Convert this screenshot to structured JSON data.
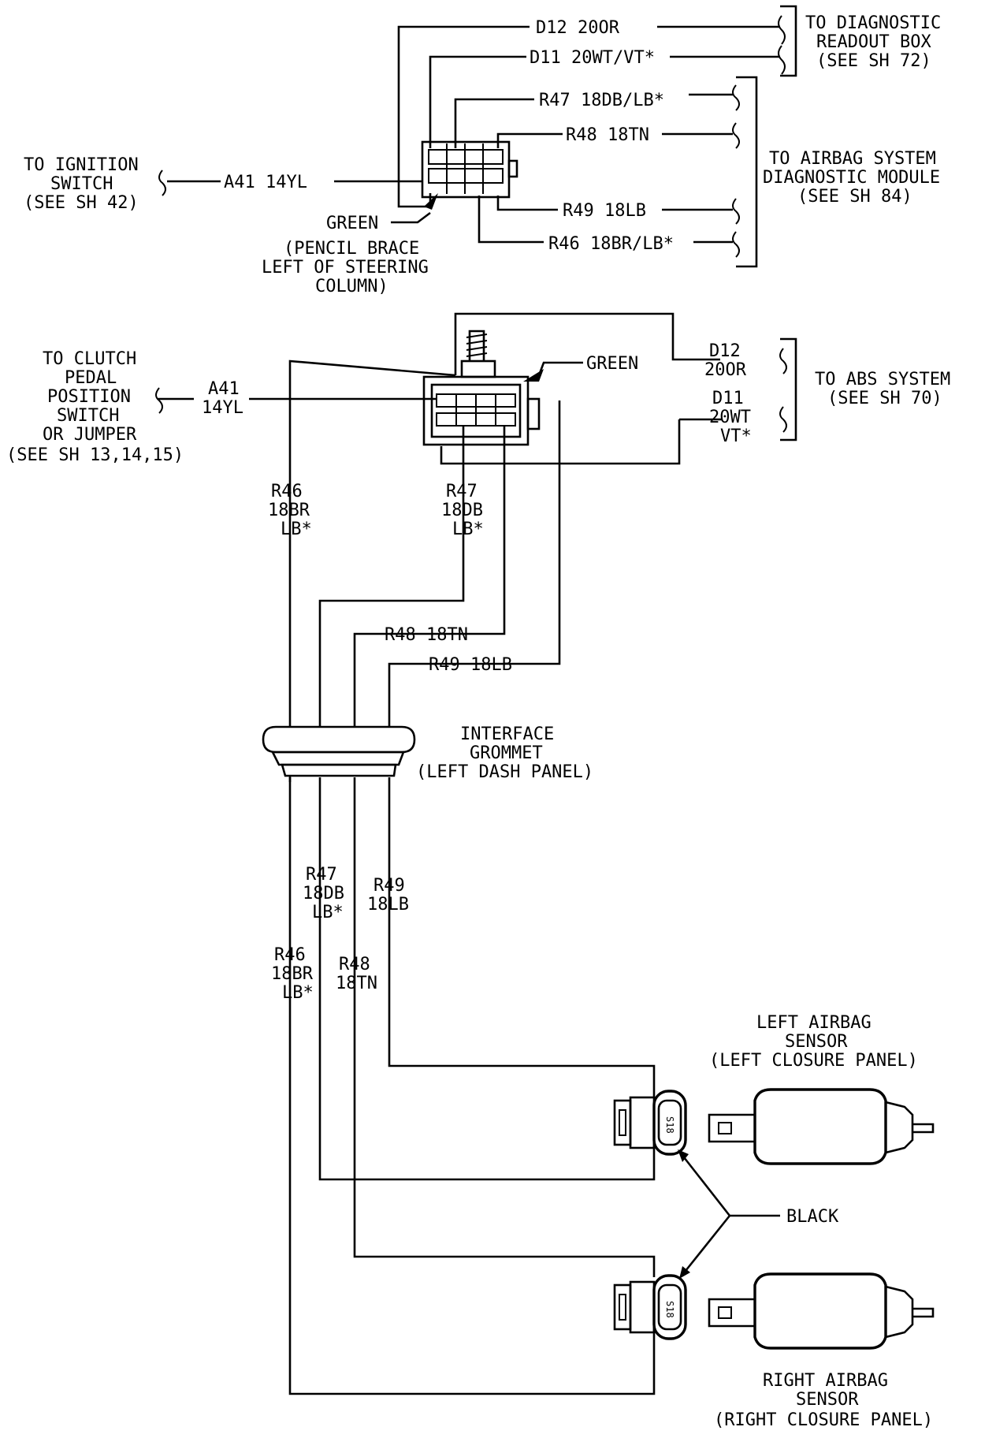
{
  "connector_top": {
    "d12_label": "D12 20OR",
    "d11_label": "D11 20WT/VT*",
    "r47_label": "R47 18DB/LB*",
    "r48_label": "R48 18TN",
    "a41_label": "A41 14YL",
    "r49_label": "R49 18LB",
    "r46_label": "R46 18BR/LB*",
    "color": "GREEN",
    "location": [
      "(PENCIL BRACE",
      "LEFT OF STEERING",
      "COLUMN)"
    ]
  },
  "dest_diagnostic_readout": [
    "TO DIAGNOSTIC",
    "READOUT BOX",
    "(SEE SH 72)"
  ],
  "dest_airbag_module": [
    "TO AIRBAG SYSTEM",
    "DIAGNOSTIC MODULE",
    "(SEE SH 84)"
  ],
  "dest_ignition": [
    "TO IGNITION",
    "SWITCH",
    "(SEE SH 42)"
  ],
  "connector_mid": {
    "color": "GREEN",
    "a41": [
      "A41",
      "14YL"
    ],
    "d12": [
      "D12",
      "20OR"
    ],
    "d11": [
      "D11",
      "20WT",
      "VT*"
    ],
    "r46": [
      "R46",
      "18BR",
      "LB*"
    ],
    "r47": [
      "R47",
      "18DB",
      "LB*"
    ],
    "r48_label": "R48 18TN",
    "r49_label": "R49 18LB"
  },
  "dest_clutch": [
    "TO CLUTCH",
    "PEDAL",
    "POSITION",
    "SWITCH",
    "OR JUMPER",
    "(SEE SH 13,14,15)"
  ],
  "dest_abs": [
    "TO ABS SYSTEM",
    "(SEE SH 70)"
  ],
  "grommet": [
    "INTERFACE",
    "GROMMET",
    "(LEFT DASH PANEL)"
  ],
  "lower_wires": {
    "r47": [
      "R47",
      "18DB",
      "LB*"
    ],
    "r49": [
      "R49",
      "18LB"
    ],
    "r46": [
      "R46",
      "18BR",
      "LB*"
    ],
    "r48": [
      "R48",
      "18TN"
    ]
  },
  "left_sensor": [
    "LEFT AIRBAG",
    "SENSOR",
    "(LEFT CLOSURE PANEL)"
  ],
  "right_sensor": [
    "RIGHT AIRBAG",
    "SENSOR",
    "(RIGHT CLOSURE PANEL)"
  ],
  "sensor_connector_color": "BLACK"
}
